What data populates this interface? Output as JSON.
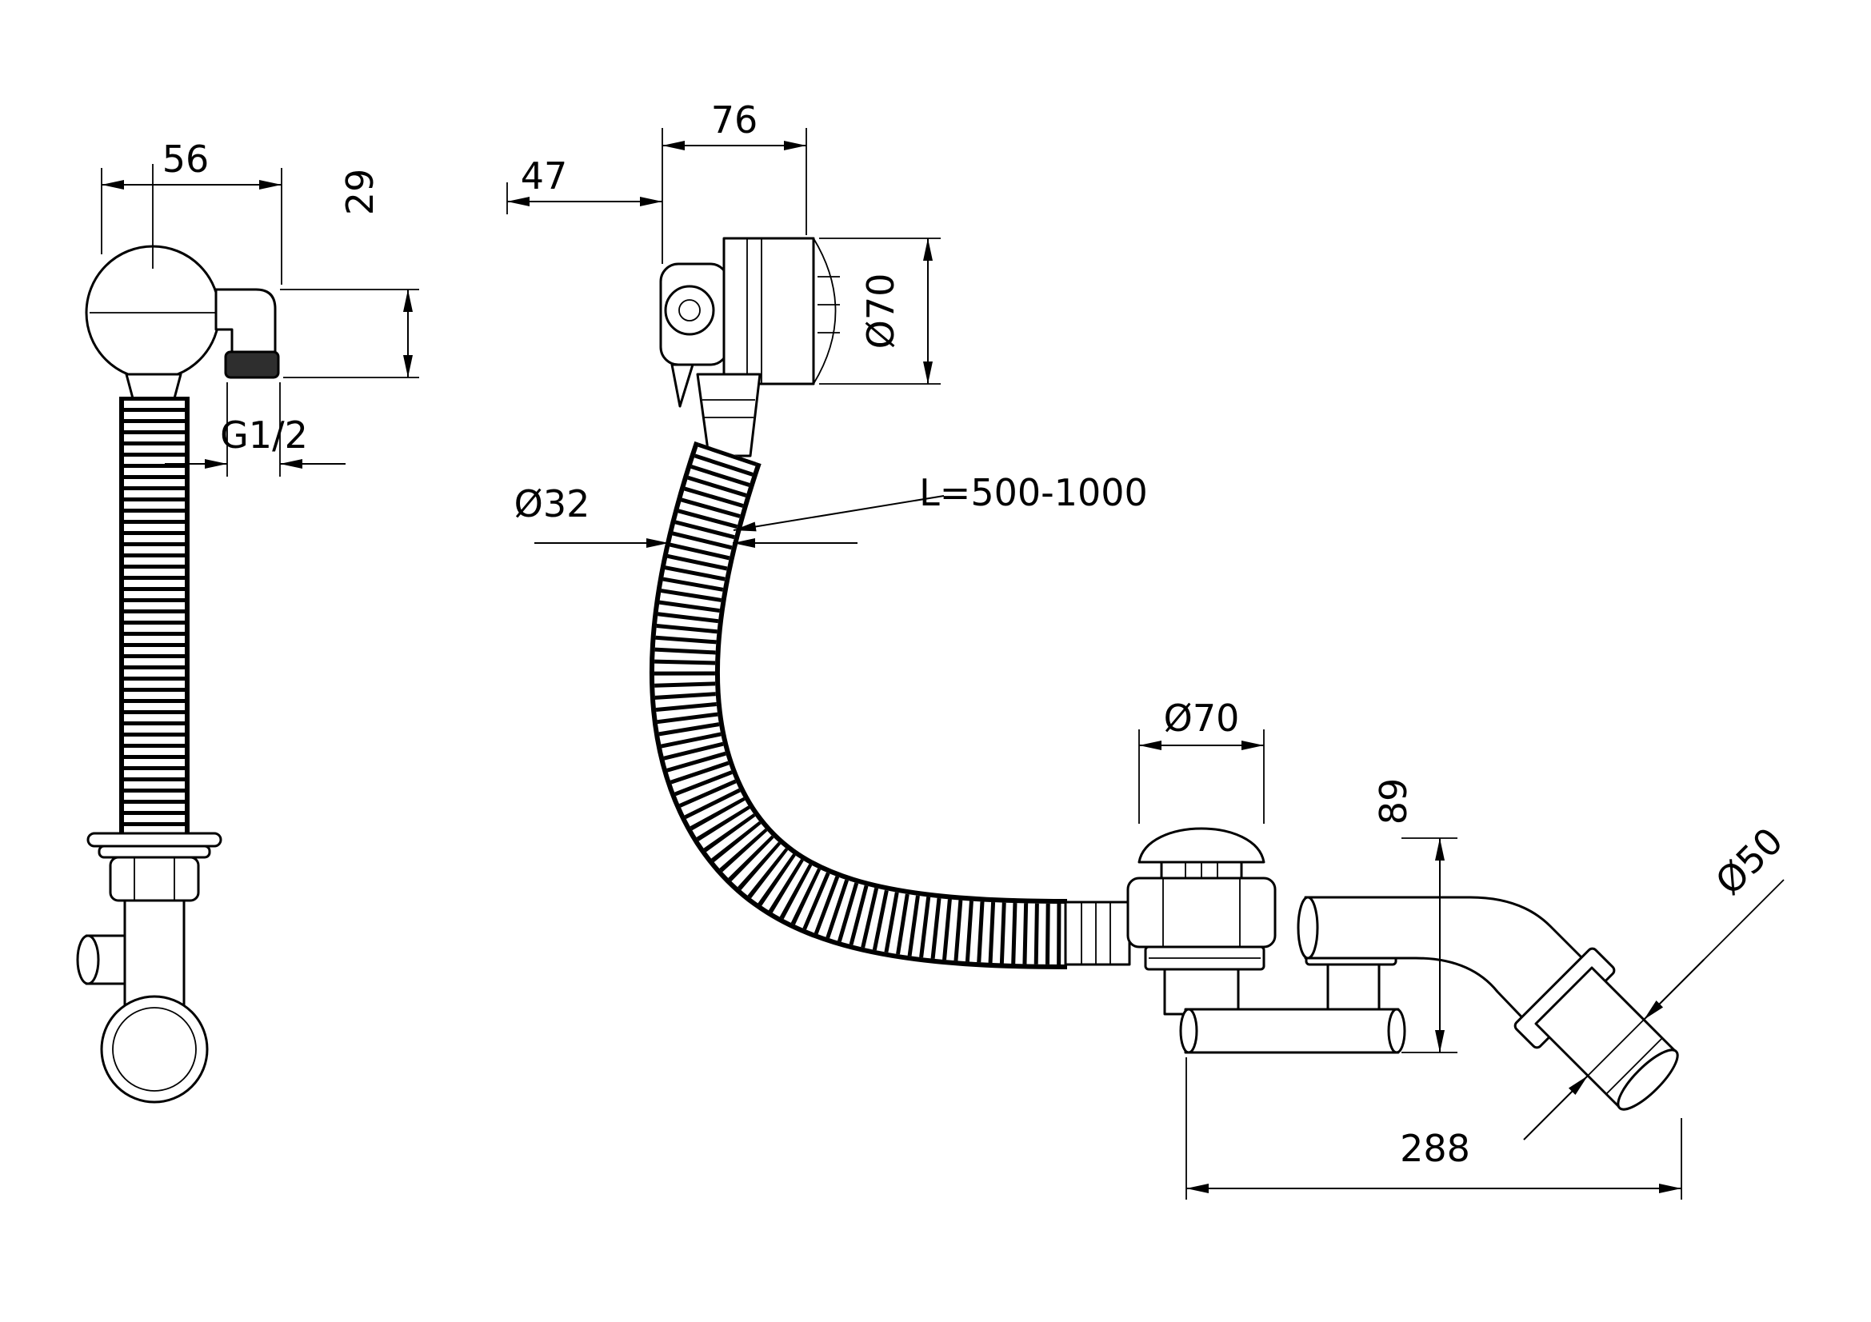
{
  "page": {
    "background": "#ffffff",
    "ink": "#000000",
    "description": "Technical dimension drawing of a bath waste, overflow and flexible hose assembly"
  },
  "views": {
    "front": {
      "dim_rosette_width": "56",
      "dim_elbow_drop": "29",
      "dim_thread": "G1/2"
    },
    "side": {
      "dim_body_width": "76",
      "dim_body_depth": "47",
      "dim_rosette_diameter": "Ø70",
      "dim_hose_diameter": "Ø32",
      "dim_hose_length": "L=500-1000"
    },
    "drain": {
      "dim_plug_diameter": "Ø70",
      "dim_outlet_height": "89",
      "dim_outlet_diameter": "Ø50",
      "dim_overall_length": "288"
    }
  }
}
